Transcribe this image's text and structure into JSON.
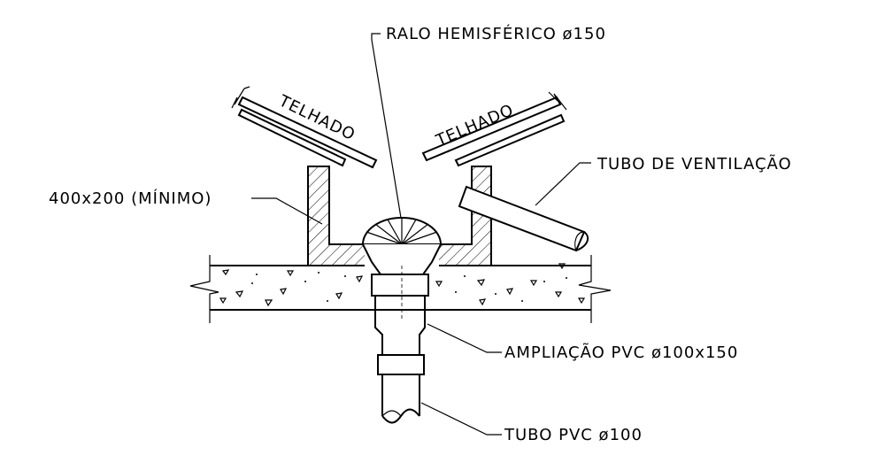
{
  "labels": {
    "drain": "RALO HEMISFÉRICO ø150",
    "roof_left": "TELHADO",
    "roof_right": "TELHADO",
    "vent_pipe": "TUBO DE VENTILAÇÃO",
    "gutter_size": "400x200 (MÍNIMO)",
    "reducer": "AMPLIAÇÃO PVC ø100x150",
    "down_pipe": "TUBO PVC ø100"
  }
}
